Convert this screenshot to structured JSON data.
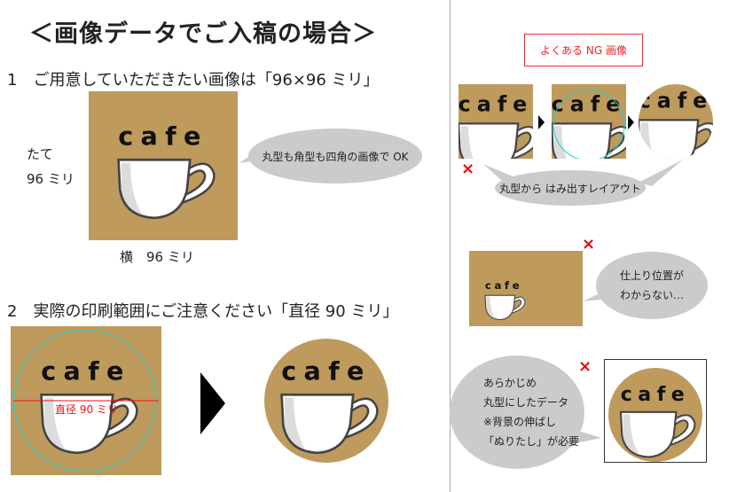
{
  "title": "＜画像データでご入稿の場合＞",
  "section1": {
    "heading": "1　ご用意していただきたい画像は「96×96 ミリ」",
    "height_label": "たて",
    "height_value": "96 ミリ",
    "width_label": "横　96 ミリ",
    "bubble": "丸型も角型も四角の画像で OK"
  },
  "section2": {
    "heading": "2　実際の印刷範囲にご注意ください「直径 90 ミリ」",
    "diameter_label": "直径 90 ミリ"
  },
  "artwork": {
    "logo_text": "cafe"
  },
  "ng": {
    "title": "よくある NG 画像",
    "mark": "×",
    "bubble1": "丸型から はみ出すレイアウト",
    "bubble2_lines": [
      "仕上り位置が",
      "わからない…"
    ],
    "bubble3_lines": [
      "あらかじめ",
      "丸型にしたデータ",
      "※背景の伸ばし",
      "「ぬりたし」が必要"
    ]
  },
  "colors": {
    "tan": "#be9a5c",
    "guide": "#20d0d0",
    "accent": "#ee1111",
    "bubble": "#cbcbcb"
  }
}
